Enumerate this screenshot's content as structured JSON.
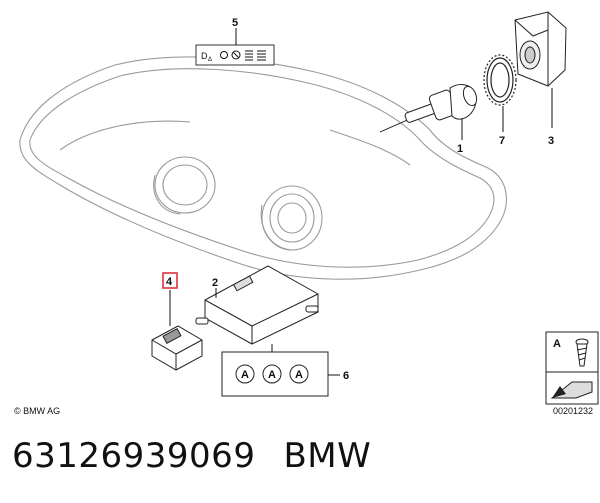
{
  "callouts": {
    "p1": "1",
    "p2": "2",
    "p3": "3",
    "p4": "4",
    "p5": "5",
    "p6": "6",
    "p7": "7"
  },
  "legend": {
    "a_symbol": "A",
    "circle_a": "A"
  },
  "label5": {
    "text": "D"
  },
  "copyright": "© BMW AG",
  "drawing_number": "00201232",
  "footer": {
    "part_number": "63126939069",
    "brand": "BMW"
  },
  "colors": {
    "line": "#9a9a9a",
    "ink": "#111111",
    "highlight": "#d9262b"
  }
}
